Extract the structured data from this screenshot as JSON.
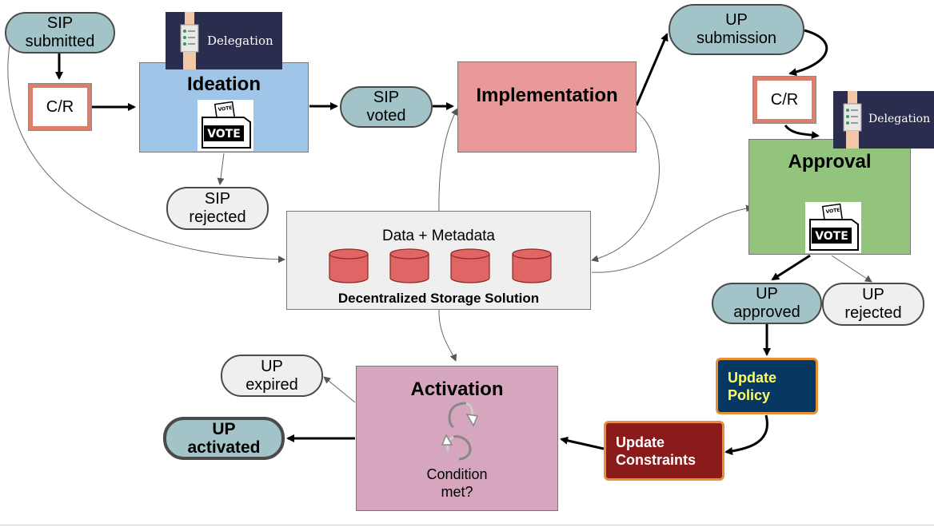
{
  "nodes": {
    "sip_submitted": "SIP\nsubmitted",
    "cr_left": "C/R",
    "ideation": "Ideation",
    "sip_voted": "SIP\nvoted",
    "sip_rejected": "SIP\nrejected",
    "implementation": "Implementation",
    "up_submission": "UP\nsubmission",
    "cr_right": "C/R",
    "approval": "Approval",
    "up_approved": "UP\napproved",
    "up_rejected": "UP\nrejected",
    "storage_title": "Data + Metadata",
    "storage_caption": "Decentralized Storage Solution",
    "update_policy": "Update\nPolicy",
    "update_constraints": "Update\nConstraints",
    "activation": "Activation",
    "condition": "Condition\nmet?",
    "up_expired": "UP\nexpired",
    "up_activated": "UP\nactivated"
  },
  "delegation_label": "Delegation",
  "ballot_text": "VOTE",
  "colors": {
    "teal": "#a2c4c9",
    "grey_pill": "#efefef",
    "ideation": "#9fc5e8",
    "implementation": "#ea9999",
    "approval": "#93c47d",
    "activation": "#d5a6bd",
    "storage": "#efefef",
    "cylinder": "#e06666",
    "cr_border": "#dd7e6b",
    "policy_bg": "#073763",
    "policy_text": "#ffff66",
    "constraints_bg": "#8b1a1a",
    "orange_border": "#e69138",
    "delegation_bg": "#2a2d4d"
  }
}
